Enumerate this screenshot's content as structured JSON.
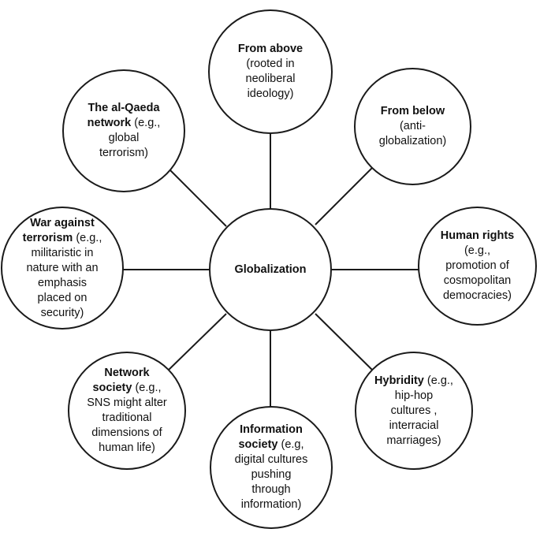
{
  "center": {
    "bold": "Globalization"
  },
  "nodes": {
    "from_above": {
      "bold": "From above",
      "rest": "(rooted in\nneoliberal\nideology)"
    },
    "from_below": {
      "bold": "From below",
      "rest": "(anti-\nglobalization)"
    },
    "human_rights": {
      "bold": "Human rights",
      "rest": "(e.g.,\npromotion of\ncosmopolitan\ndemocracies)"
    },
    "hybridity": {
      "bold": "Hybridity",
      "rest": " (e.g.,\nhip-hop\ncultures ,\ninterracial\nmarriages)"
    },
    "information_society": {
      "bold": "Information\nsociety",
      "rest": " (e.g,\ndigital cultures\npushing\nthrough\ninformation)"
    },
    "network_society": {
      "bold": "Network\nsociety",
      "rest": " (e.g.,\nSNS might alter\ntraditional\ndimensions of\nhuman life)"
    },
    "war_against_terrorism": {
      "bold": "War against\nterrorism",
      "rest": " (e.g.,\nmilitaristic in\nnature with an\nemphasis\nplaced on\nsecurity)"
    },
    "al_qaeda": {
      "bold": "The al-Qaeda\nnetwork",
      "rest": " (e.g.,\nglobal\nterrorism)"
    }
  },
  "colors": {
    "stroke": "#1a1a1a",
    "background": "#ffffff",
    "text": "#111111"
  }
}
